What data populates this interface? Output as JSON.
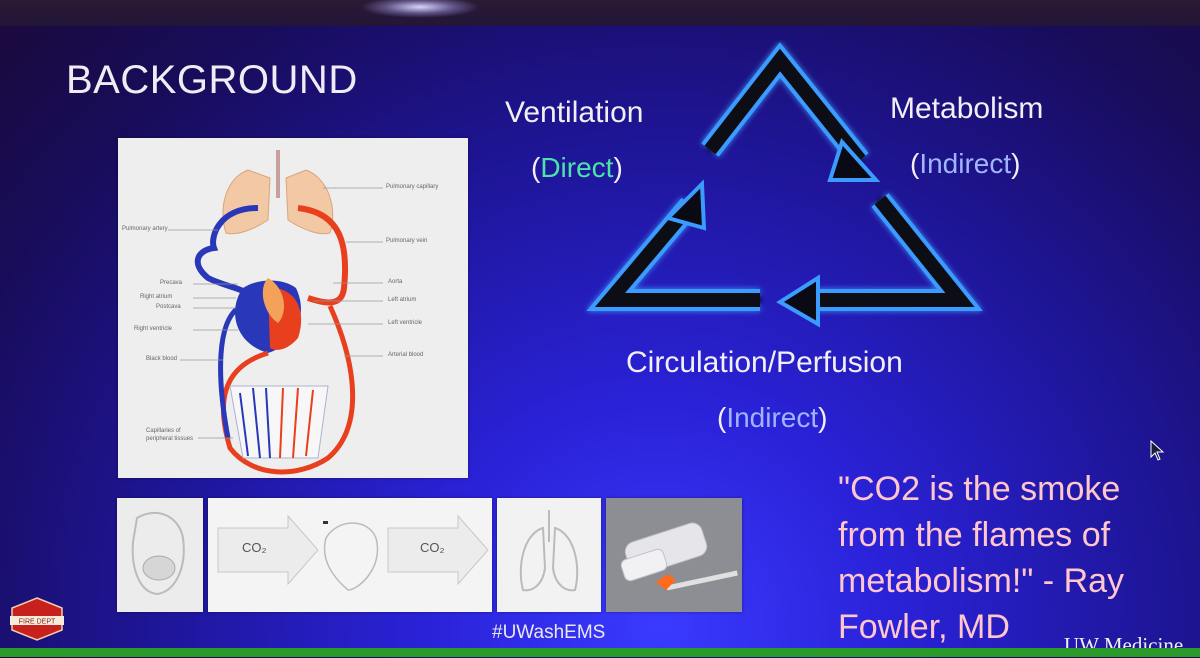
{
  "slide": {
    "title": "BACKGROUND",
    "cycle": {
      "ventilation": "Ventilation",
      "ventilation_type": "Direct",
      "metabolism": "Metabolism",
      "metabolism_type": "Indirect",
      "circulation": "Circulation/Perfusion",
      "circulation_type": "Indirect",
      "paren_open": "(",
      "paren_close": ")"
    },
    "diagram_labels": {
      "pulmonary_capillary": "Pulmonary capillary",
      "pulmonary_artery": "Pulmonary artery",
      "pulmonary_vein": "Pulmonary vein",
      "precava": "Precava",
      "right_atrium": "Right atrium",
      "postcava": "Postcava",
      "right_ventricle": "Right ventricle",
      "black_blood": "Black blood",
      "aorta": "Aorta",
      "left_atrium": "Left atrium",
      "left_ventricle": "Left ventricle",
      "arterial_blood": "Arterial blood",
      "capillaries": "Capillaries of",
      "capillaries2": "peripheral tissues"
    },
    "co2_label_1": "CO₂",
    "co2_label_2": "CO₂",
    "quote": "\"CO2 is the smoke from the flames of metabolism!\" - Ray Fowler, MD",
    "hashtag": "#UWashEMS",
    "footer_brand": "UW Medicine",
    "crest_text": "FIRE DEPT"
  },
  "colors": {
    "direct": "#4be3a8",
    "indirect": "#a0b4ff",
    "quote": "#ffc6cc",
    "arterial": "#e8401f",
    "venous": "#2838b8"
  }
}
